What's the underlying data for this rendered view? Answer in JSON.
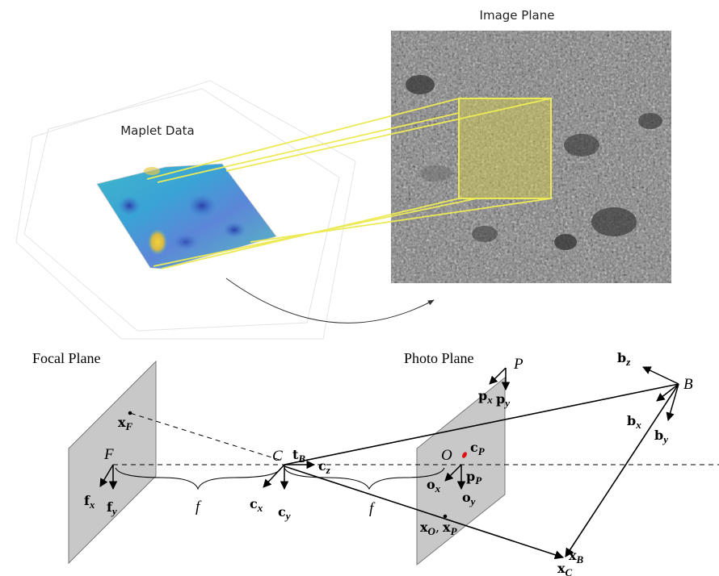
{
  "top": {
    "image_plane_title": "Image Plane",
    "maplet_title": "Maplet Data"
  },
  "bottom": {
    "focal_plane_title": "Focal Plane",
    "photo_plane_title": "Photo Plane",
    "points": {
      "P": "P",
      "B": "B",
      "C": "C",
      "F": "F",
      "O": "O"
    },
    "f_left": "f",
    "f_right": "f",
    "vectors": {
      "bz": {
        "base": "b",
        "sub": "z"
      },
      "bx": {
        "base": "b",
        "sub": "x"
      },
      "by": {
        "base": "b",
        "sub": "y"
      },
      "px": {
        "base": "p",
        "sub": "x"
      },
      "py": {
        "base": "p",
        "sub": "y"
      },
      "xF": {
        "base": "x",
        "sub": "F"
      },
      "tB": {
        "base": "t",
        "sub": "B"
      },
      "cz": {
        "base": "c",
        "sub": "z"
      },
      "cx": {
        "base": "c",
        "sub": "x"
      },
      "cy": {
        "base": "c",
        "sub": "y"
      },
      "fx": {
        "base": "f",
        "sub": "x"
      },
      "fy": {
        "base": "f",
        "sub": "y"
      },
      "cP": {
        "base": "c",
        "sub": "P"
      },
      "pP": {
        "base": "p",
        "sub": "P"
      },
      "ox": {
        "base": "o",
        "sub": "x"
      },
      "oy": {
        "base": "o",
        "sub": "y"
      },
      "xO": {
        "base": "x",
        "sub": "O"
      },
      "xP_sep": ",",
      "xP": {
        "base": "x",
        "sub": "P"
      },
      "xB": {
        "base": "x",
        "sub": "B"
      },
      "xC": {
        "base": "x",
        "sub": "C"
      }
    }
  },
  "colors": {
    "highlight_yellow": "#e8e04a",
    "cP_red": "#e01010",
    "plane_gray": "#c8c8c8"
  }
}
